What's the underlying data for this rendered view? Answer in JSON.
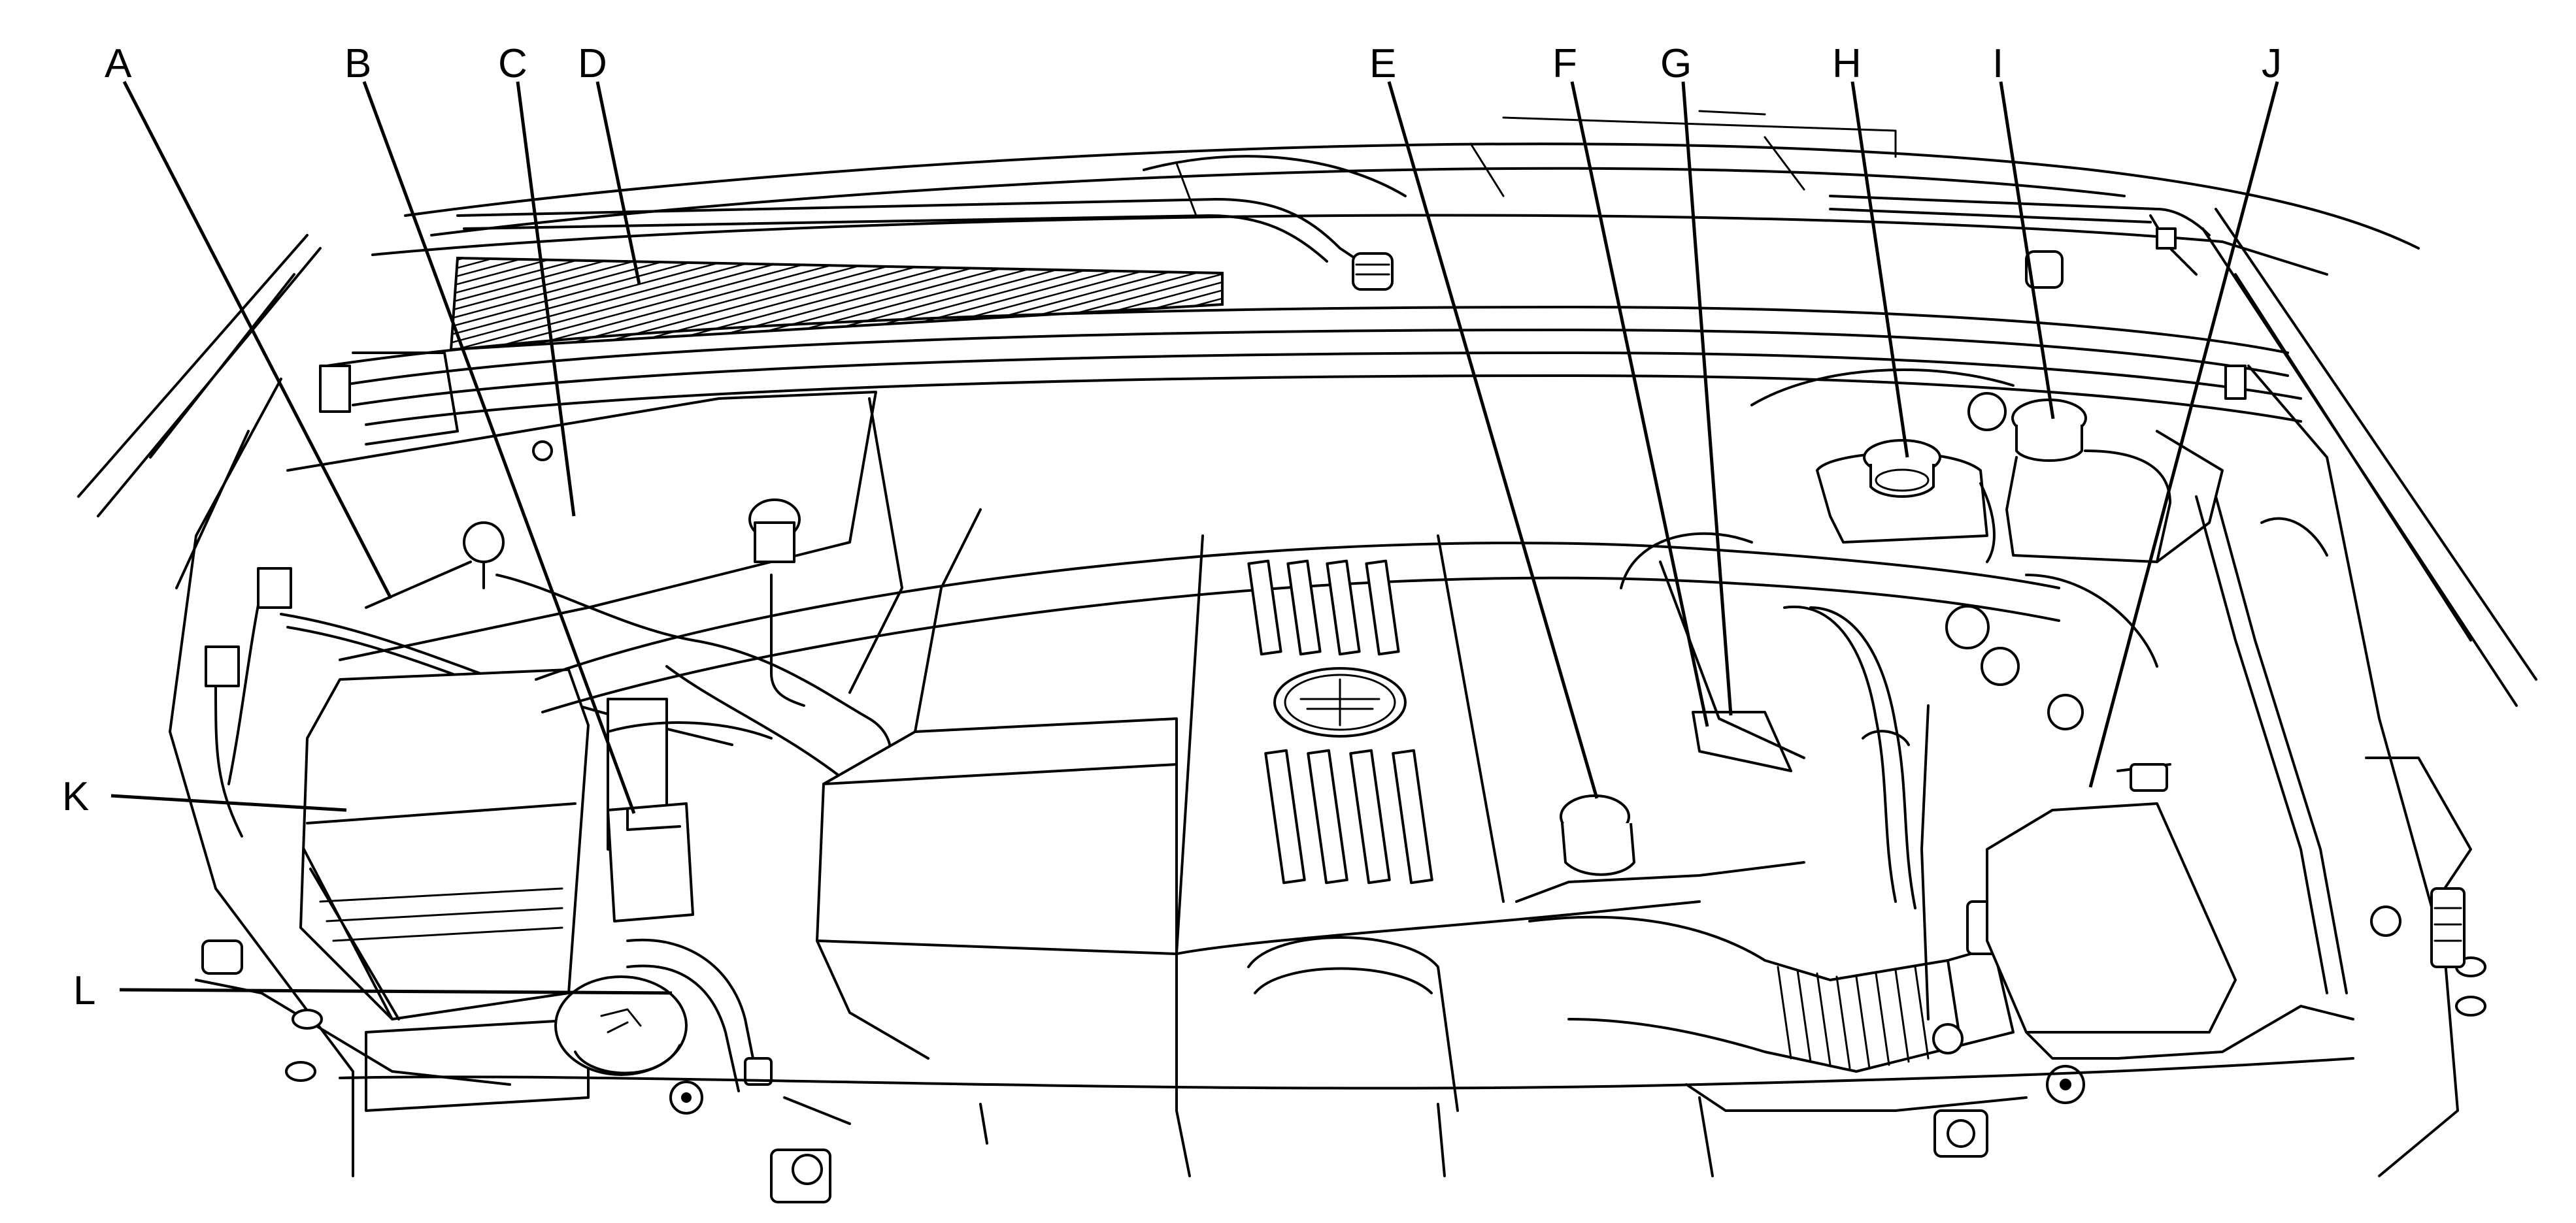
{
  "diagram": {
    "callouts": [
      {
        "id": "A",
        "label": "A"
      },
      {
        "id": "B",
        "label": "B"
      },
      {
        "id": "C",
        "label": "C"
      },
      {
        "id": "D",
        "label": "D"
      },
      {
        "id": "E",
        "label": "E"
      },
      {
        "id": "F",
        "label": "F"
      },
      {
        "id": "G",
        "label": "G"
      },
      {
        "id": "H",
        "label": "H"
      },
      {
        "id": "I",
        "label": "I"
      },
      {
        "id": "J",
        "label": "J"
      },
      {
        "id": "K",
        "label": "K"
      },
      {
        "id": "L",
        "label": "L"
      }
    ]
  },
  "colors": {
    "line": "#000000",
    "background": "#ffffff"
  }
}
